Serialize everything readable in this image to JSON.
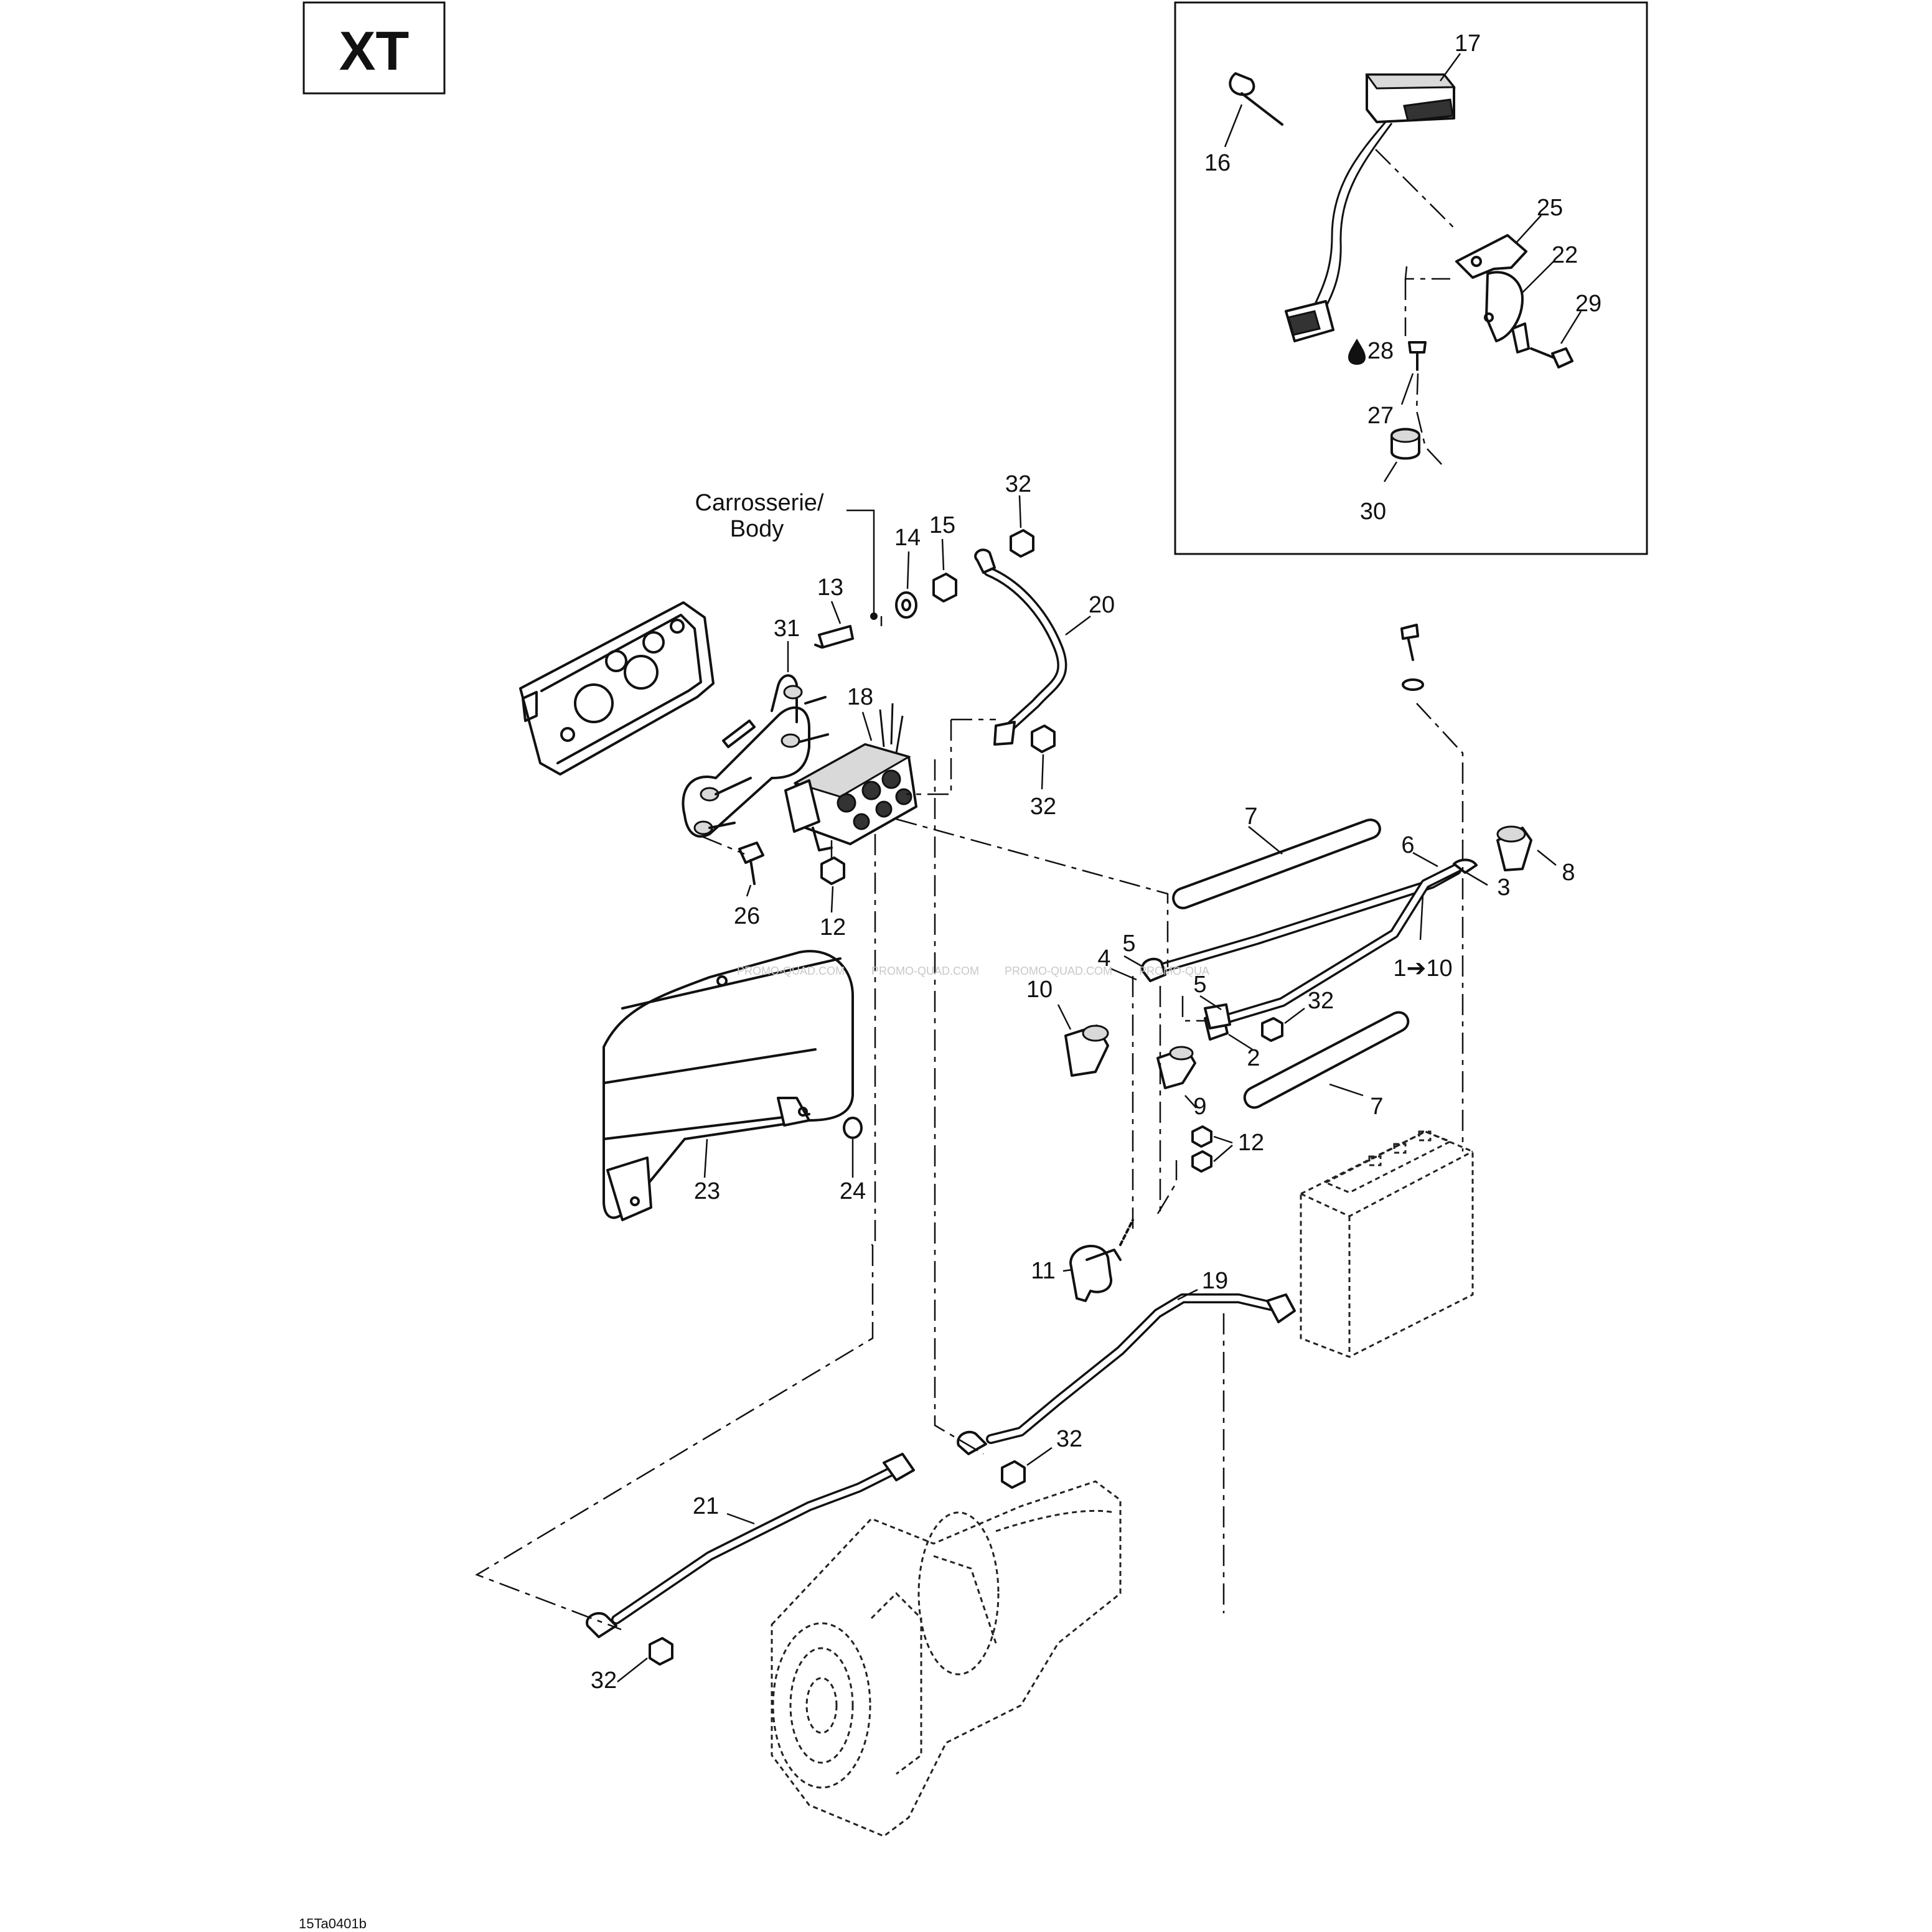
{
  "model_badge": "XT",
  "reference_code": "15Ta0401b",
  "body_label_fr": "Carrosserie/",
  "body_label_en": "Body",
  "watermarks": [
    "PROMO-QUAD.COM",
    "PROMO-QUAD.COM",
    "PROMO-QUAD.COM",
    "PROMO-QUA"
  ],
  "callouts": {
    "c17": "17",
    "c16": "16",
    "c25": "25",
    "c22": "22",
    "c29": "29",
    "c28": "28",
    "c27": "27",
    "c30": "30",
    "c32a": "32",
    "c14": "14",
    "c15": "15",
    "c13": "13",
    "c20": "20",
    "c31": "31",
    "c18": "18",
    "c32b": "32",
    "c26": "26",
    "c12a": "12",
    "c7a": "7",
    "c6": "6",
    "c8": "8",
    "c3": "3",
    "c5a": "5",
    "c4": "4",
    "c10a": "10",
    "c5b": "5",
    "c32c": "32",
    "c2": "2",
    "c1to10": "1➔10",
    "c9": "9",
    "c7b": "7",
    "c12b": "12",
    "c23": "23",
    "c24": "24",
    "c11": "11",
    "c19": "19",
    "c32d": "32",
    "c21": "21",
    "c32e": "32"
  },
  "icons": {
    "lubricant": "oil-drop-icon"
  }
}
